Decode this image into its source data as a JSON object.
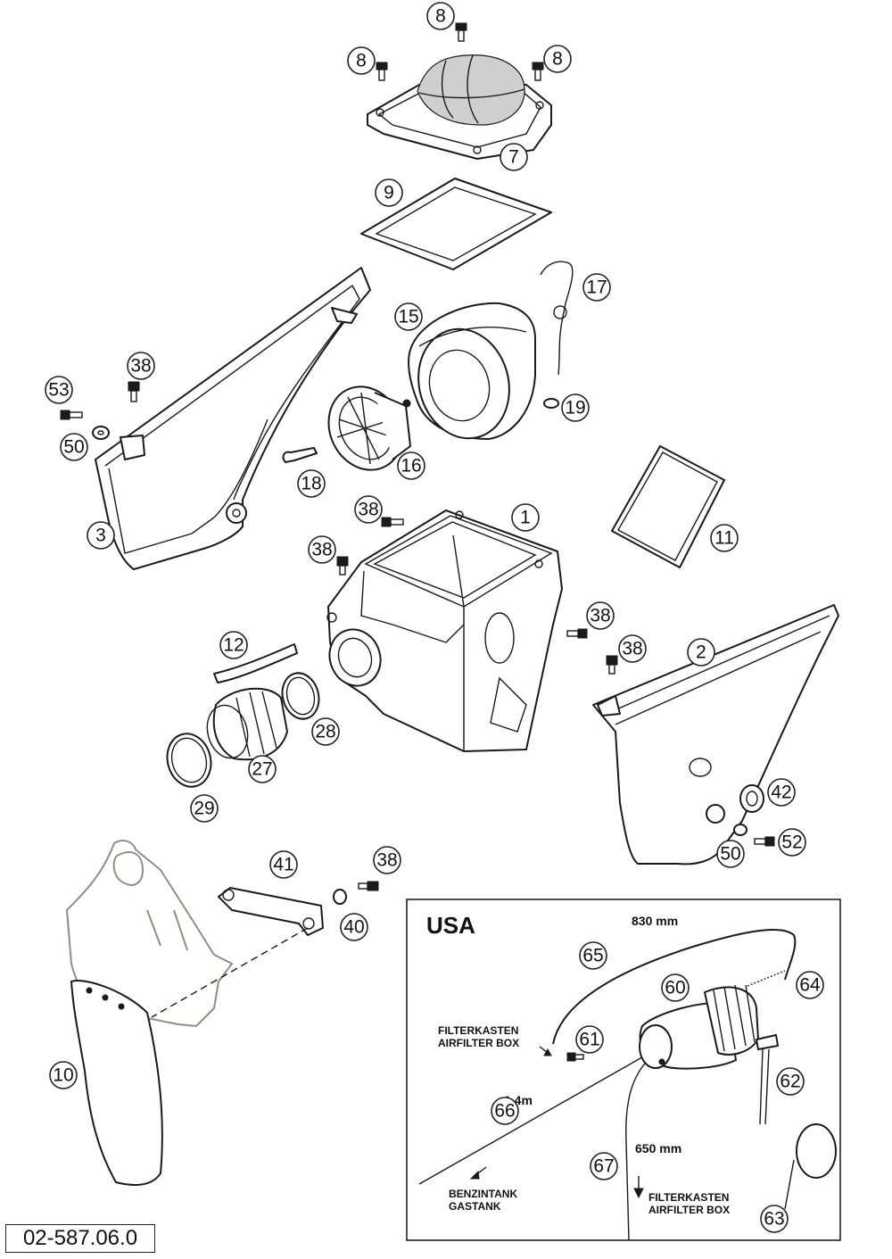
{
  "drawing_number": "02-587.06.0",
  "inset": {
    "title": "USA",
    "length_830": "830 mm",
    "length_1_4m": "1,4m",
    "length_650": "650 mm",
    "airfilter_box_line1": "FILTERKASTEN",
    "airfilter_box_line2": "AIRFILTER BOX",
    "gastank_line1": "BENZINTANK",
    "gastank_line2": "GASTANK",
    "airfilter_box_bottom_line1": "FILTERKASTEN",
    "airfilter_box_bottom_line2": "AIRFILTER BOX"
  },
  "callouts": {
    "c1": "1",
    "c2": "2",
    "c3": "3",
    "c7": "7",
    "c8a": "8",
    "c8b": "8",
    "c8c": "8",
    "c9": "9",
    "c10": "10",
    "c11": "11",
    "c12": "12",
    "c15": "15",
    "c16": "16",
    "c17": "17",
    "c18": "18",
    "c19": "19",
    "c27": "27",
    "c28": "28",
    "c29": "29",
    "c38a": "38",
    "c38b": "38",
    "c38c": "38",
    "c38d": "38",
    "c38e": "38",
    "c38f": "38",
    "c40": "40",
    "c41": "41",
    "c42": "42",
    "c50a": "50",
    "c50b": "50",
    "c52": "52",
    "c53": "53",
    "c60": "60",
    "c61": "61",
    "c62": "62",
    "c63": "63",
    "c64": "64",
    "c65": "65",
    "c66": "66",
    "c67": "67"
  },
  "colors": {
    "line": "#1a1a1a",
    "phantom": "#8f8f7e",
    "background": "#ffffff"
  }
}
